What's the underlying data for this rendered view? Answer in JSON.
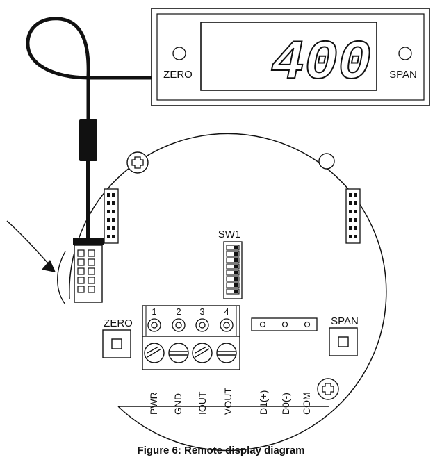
{
  "display": {
    "reading": "400",
    "zero_label": "ZERO",
    "span_label": "SPAN"
  },
  "board": {
    "sw_label": "SW1",
    "zero_label": "ZERO",
    "span_label": "SPAN",
    "terminal_numbers": [
      "1",
      "2",
      "3",
      "4"
    ],
    "pin_labels": [
      "PWR",
      "GND",
      "IOUT",
      "VOUT",
      "D1(+)",
      "D0(-)",
      "COM"
    ]
  },
  "caption": "Figure 6: Remote display diagram"
}
